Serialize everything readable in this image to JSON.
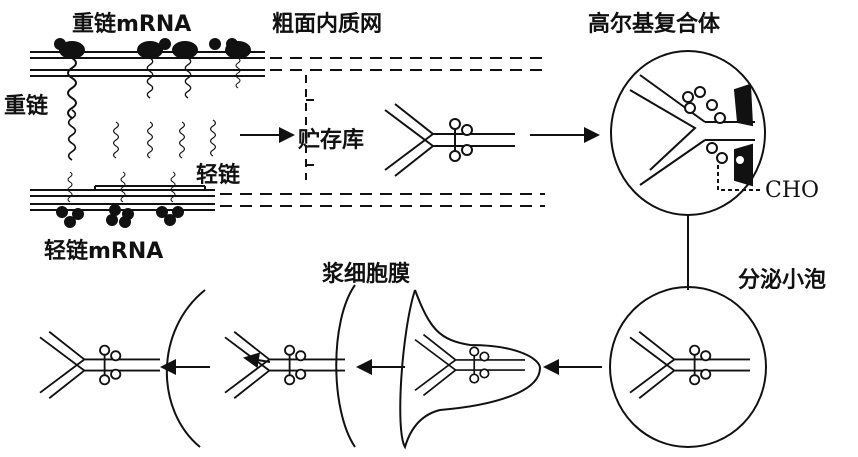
{
  "labels": {
    "heavy_chain_mrna": "重链mRNA",
    "rough_er": "粗面内质网",
    "golgi": "高尔基复合体",
    "heavy_chain": "重链",
    "storage_pool": "贮存库",
    "light_chain": "轻链",
    "cho": "CHO",
    "light_chain_mrna": "轻链mRNA",
    "secretory_vesicle": "分泌小泡",
    "plasma_membrane": "浆细胞膜"
  }
}
